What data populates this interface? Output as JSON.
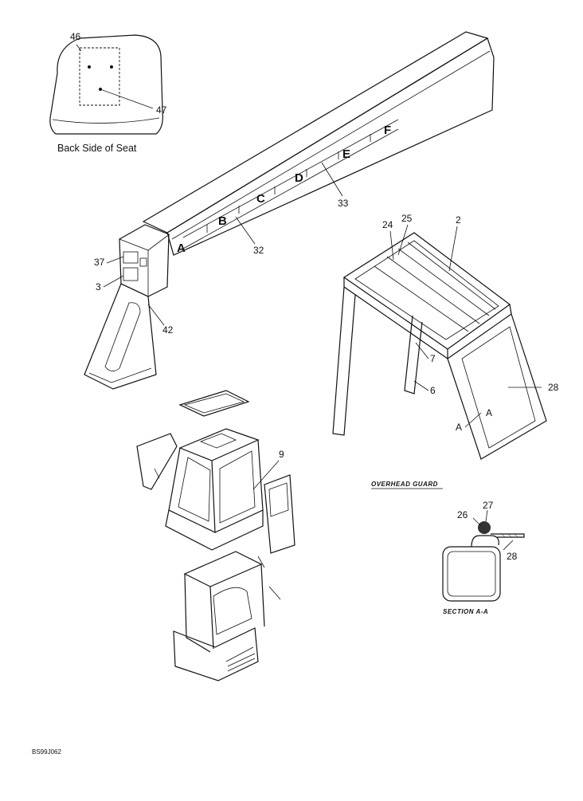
{
  "diagram": {
    "seat_caption": "Back Side of Seat",
    "overhead_guard_caption": "OVERHEAD GUARD",
    "section_caption": "SECTION A-A",
    "drawing_code": "BS99J062",
    "boom_letters": [
      "A",
      "B",
      "C",
      "D",
      "E",
      "F"
    ],
    "callouts": {
      "c46": "46",
      "c47": "47",
      "c33": "33",
      "c32": "32",
      "c37": "37",
      "c3": "3",
      "c42": "42",
      "c24": "24",
      "c25": "25",
      "c2": "2",
      "c7": "7",
      "c6": "6",
      "c28": "28",
      "c9": "9",
      "c26": "26",
      "c27": "27",
      "c28b": "28"
    },
    "section_marks": [
      "A",
      "A"
    ]
  }
}
